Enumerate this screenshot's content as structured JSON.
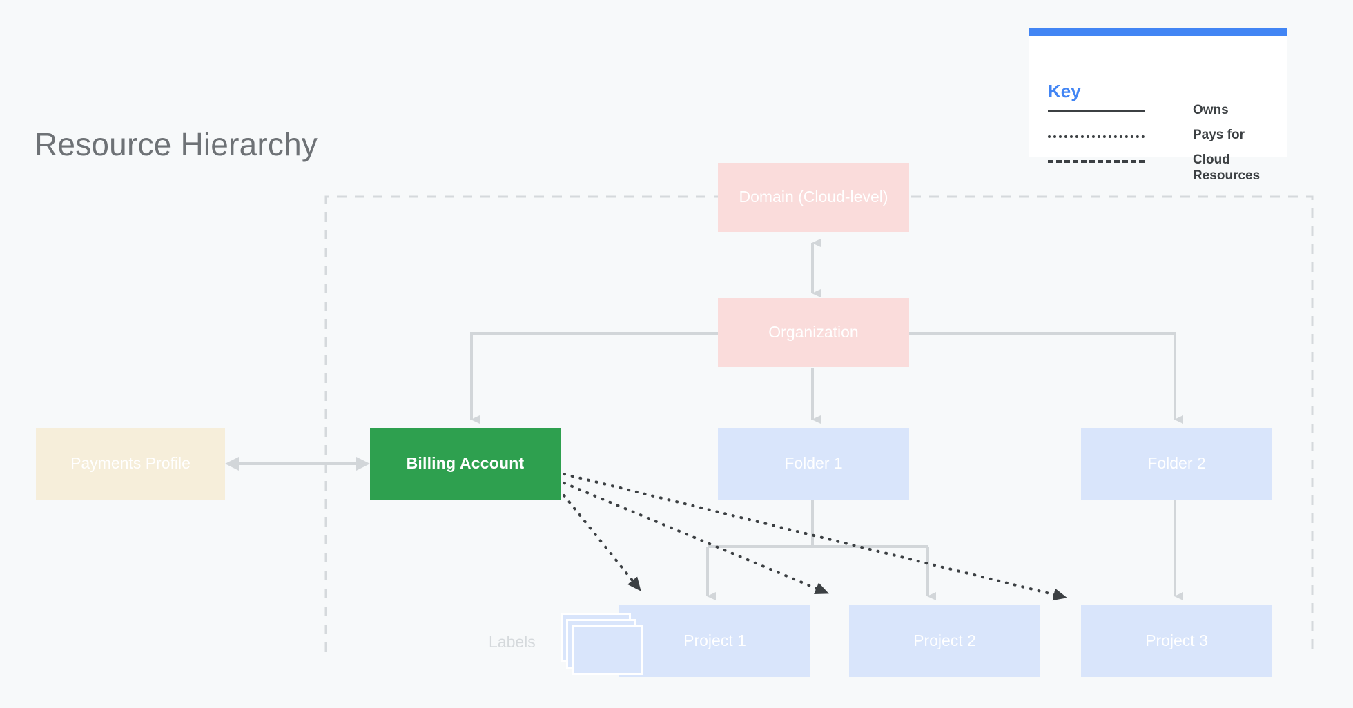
{
  "page": {
    "title": "Resource Hierarchy",
    "background_color": "#f7f9fa"
  },
  "key": {
    "heading": "Key",
    "accent_color": "#4285f4",
    "rows": [
      {
        "style": "solid",
        "label": "Owns"
      },
      {
        "style": "dotted",
        "label": "Pays for"
      },
      {
        "style": "dashed",
        "label": "Cloud Resources"
      }
    ]
  },
  "diagram": {
    "labels_caption": "Labels",
    "boundary_name": "Cloud Resources boundary",
    "nodes": {
      "domain": "Domain (Cloud-level)",
      "organization": "Organization",
      "payments_profile": "Payments Profile",
      "billing_account": "Billing Account",
      "folder_1": "Folder 1",
      "folder_2": "Folder 2",
      "project_1": "Project 1",
      "project_2": "Project 2",
      "project_3": "Project 3"
    },
    "colors": {
      "pink": "#fadcdb",
      "blue": "#d9e5fb",
      "green": "#2ea04f",
      "cream": "#f6eeda",
      "connector": "#d2d6d9",
      "pays_for": "#3c4043",
      "boundary": "#d5d9dc"
    },
    "relationships": [
      {
        "from": "Domain (Cloud-level)",
        "to": "Organization",
        "type": "owns",
        "bidirectional": true
      },
      {
        "from": "Organization",
        "to": "Billing Account",
        "type": "owns"
      },
      {
        "from": "Organization",
        "to": "Folder 1",
        "type": "owns"
      },
      {
        "from": "Organization",
        "to": "Folder 2",
        "type": "owns"
      },
      {
        "from": "Payments Profile",
        "to": "Billing Account",
        "type": "owns",
        "bidirectional": true
      },
      {
        "from": "Folder 1",
        "to": "Project 1",
        "type": "owns"
      },
      {
        "from": "Folder 1",
        "to": "Project 2",
        "type": "owns"
      },
      {
        "from": "Folder 2",
        "to": "Project 3",
        "type": "owns"
      },
      {
        "from": "Billing Account",
        "to": "Project 1",
        "type": "pays for"
      },
      {
        "from": "Billing Account",
        "to": "Project 2",
        "type": "pays for"
      },
      {
        "from": "Billing Account",
        "to": "Project 3",
        "type": "pays for"
      }
    ]
  }
}
